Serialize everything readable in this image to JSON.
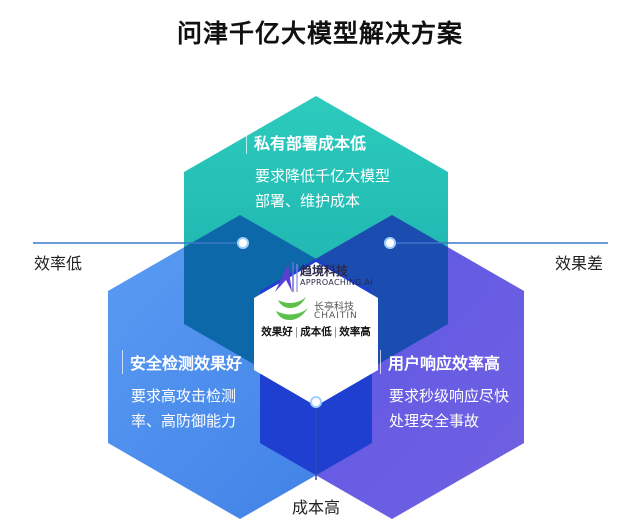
{
  "title": "问津千亿大模型解决方案",
  "axis_labels": {
    "left": "效率低",
    "right": "效果差",
    "bottom": "成本高"
  },
  "blocks": {
    "top": {
      "heading": "私有部署成本低",
      "lines": [
        "要求降低千亿大模型",
        "部署、维护成本"
      ]
    },
    "left": {
      "heading": "安全检测效果好",
      "lines": [
        "要求高攻击检测",
        "率、高防御能力"
      ]
    },
    "right": {
      "heading": "用户响应效率高",
      "lines": [
        "要求秒级响应尽快",
        "处理安全事故"
      ]
    }
  },
  "center": {
    "logo1": {
      "cn": "趋境科技",
      "en": "APPROACHING.AI"
    },
    "logo2": {
      "cn": "长亭科技",
      "en": "CHAITIN"
    },
    "tagline": [
      "效果好",
      "成本低",
      "效率高"
    ]
  },
  "colors": {
    "teal": "#22c1b6",
    "blue": "#4b8ef0",
    "purple": "#6a5ae0",
    "line": "#3a78c8"
  }
}
